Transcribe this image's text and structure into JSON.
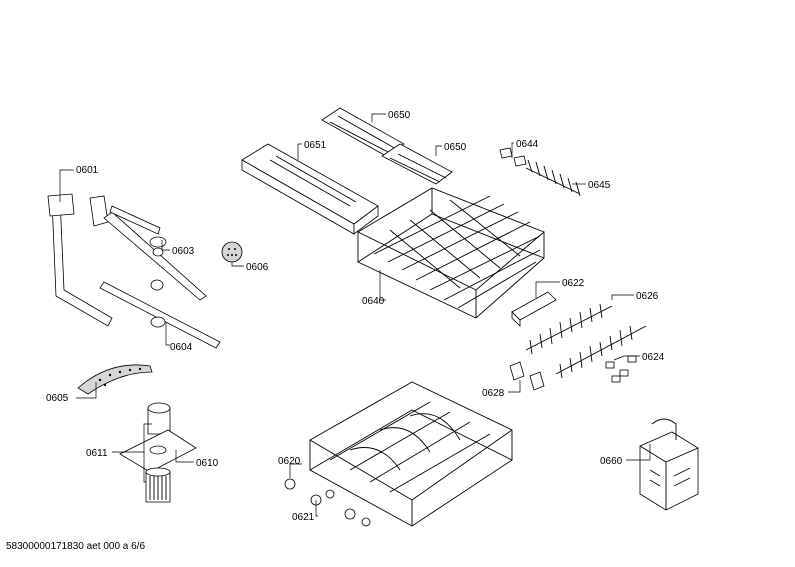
{
  "labels": {
    "p0601": "0601",
    "p0603": "0603",
    "p0604": "0604",
    "p0605": "0605",
    "p0606": "0606",
    "p0610": "0610",
    "p0611": "0611",
    "p0620": "0620",
    "p0621": "0621",
    "p0622": "0622",
    "p0624": "0624",
    "p0626": "0626",
    "p0628": "0628",
    "p0640": "0640",
    "p0644": "0644",
    "p0645": "0645",
    "p0650a": "0650",
    "p0650b": "0650",
    "p0651": "0651",
    "p0660": "0660"
  },
  "footer": "58300000171830 aet 000 a 6/6"
}
